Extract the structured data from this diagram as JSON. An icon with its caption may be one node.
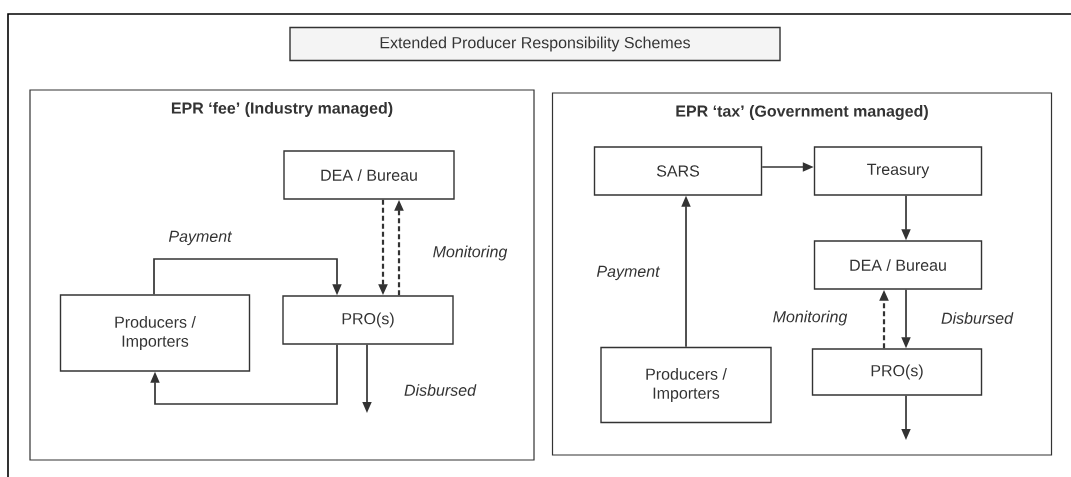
{
  "diagram": {
    "nodes": [
      {
        "text": [
          "Extended Producer Responsibility Schemes"
        ]
      },
      {
        "text": [
          "EPR ‘fee’ (Industry managed)"
        ]
      },
      {
        "text": [
          "DEA / Bureau"
        ],
        "in": 1
      },
      {
        "text": [
          "Producers / Importers"
        ],
        "in": 1
      },
      {
        "text": [
          "PRO(s)"
        ],
        "in": 1
      },
      {
        "text": [
          "EPR ‘tax’ (Government managed)"
        ]
      },
      {
        "text": [
          "SARS"
        ],
        "in": 5
      },
      {
        "text": [
          "Treasury"
        ],
        "in": 5
      },
      {
        "text": [
          "DEA / Bureau"
        ],
        "in": 5
      },
      {
        "text": [
          "Producers / Importers"
        ],
        "in": 5
      },
      {
        "text": [
          "PRO(s)"
        ],
        "in": 5
      }
    ],
    "edges": [
      {
        "from": 3,
        "to": 4,
        "arrow": "to",
        "label": "Payment"
      },
      {
        "from": 2,
        "to": 4,
        "arrow": "to",
        "style": "dashed"
      },
      {
        "from": 4,
        "to": 2,
        "arrow": "to",
        "style": "dashed",
        "label": "Monitoring"
      },
      {
        "from": 4,
        "to": 3,
        "arrow": "to"
      },
      {
        "from": 4,
        "to": null,
        "arrow": "to",
        "label": "Disbursed"
      },
      {
        "from": 6,
        "to": 7,
        "arrow": "to"
      },
      {
        "from": 9,
        "to": 6,
        "arrow": "to",
        "label": "Payment"
      },
      {
        "from": 7,
        "to": 8,
        "arrow": "to"
      },
      {
        "from": 8,
        "to": 10,
        "arrow": "to",
        "label": "Disbursed"
      },
      {
        "from": 10,
        "to": 8,
        "arrow": "to",
        "style": "dashed",
        "label": "Monitoring"
      },
      {
        "from": 10,
        "to": null,
        "arrow": "to"
      }
    ]
  }
}
